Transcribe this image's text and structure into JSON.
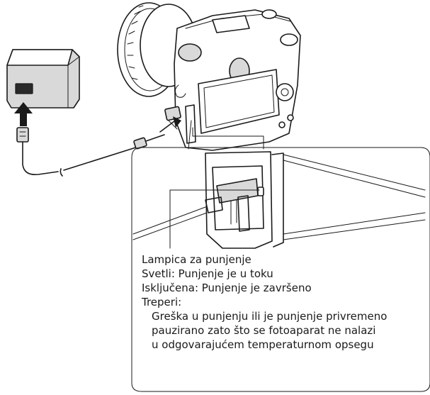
{
  "caption": {
    "title": "Lampica za punjenje",
    "lit": "Svetli: Punjenje je u toku",
    "off": "Isključena: Punjenje je završeno",
    "blink": "Treperi:",
    "blink_detail": [
      "Greška u punjenju ili je punjenje privremeno",
      "pauzirano zato što se fotoaparat ne nalazi",
      "u odgovarajućem temperaturnom opsegu"
    ]
  },
  "icons": [
    "ac-adapter-icon",
    "up-arrow-icon",
    "usb-cable-icon",
    "camera-icon",
    "charge-lamp-icon"
  ]
}
